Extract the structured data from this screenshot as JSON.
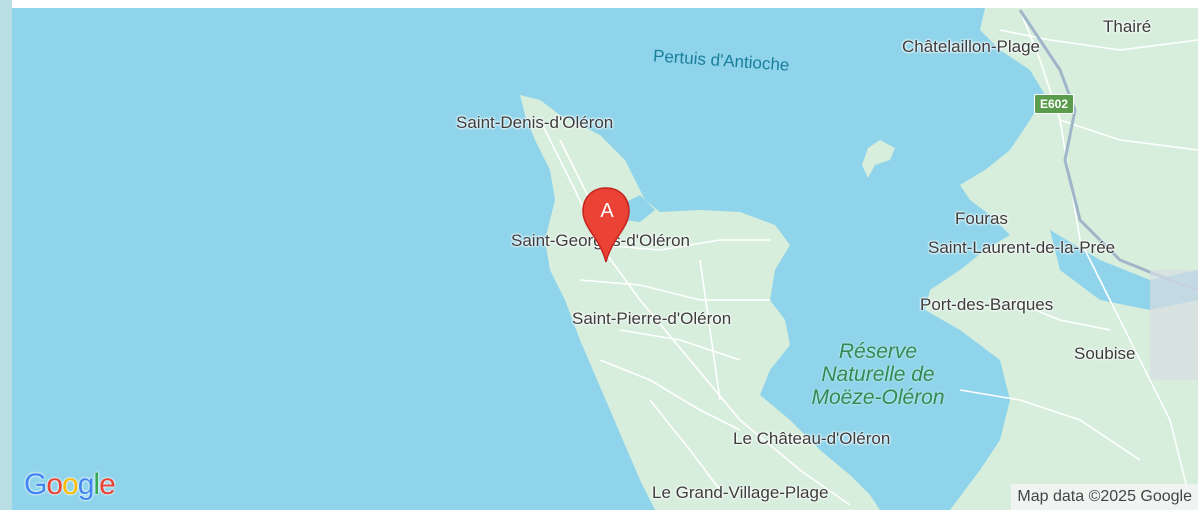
{
  "map": {
    "colors": {
      "water": "#8fd4ea",
      "land": "#d7eedd",
      "road": "#ffffff",
      "pin": "#ea4335"
    },
    "labels": {
      "pertuis": "Pertuis d'Antioche",
      "saint_denis": "Saint-Denis-d'Oléron",
      "saint_georges": "Saint-Georges-d'Oléron",
      "saint_pierre": "Saint-Pierre-d'Oléron",
      "le_chateau": "Le Château-d'Oléron",
      "le_grand_village": "Le Grand-Village-Plage",
      "reserve_line1": "Réserve",
      "reserve_line2": "Naturelle de",
      "reserve_line3": "Moëze-Oléron",
      "chatelaillon": "Châtelaillon-Plage",
      "thaire": "Thairé",
      "fouras": "Fouras",
      "saint_laurent": "Saint-Laurent-de-la-Prée",
      "port_des_barques": "Port-des-Barques",
      "soubise": "Soubise"
    },
    "road_shield": "E602",
    "marker": {
      "letter": "A",
      "icon": "map-pin-icon"
    },
    "logo": "Google",
    "attribution": "Map data ©2025 Google"
  }
}
